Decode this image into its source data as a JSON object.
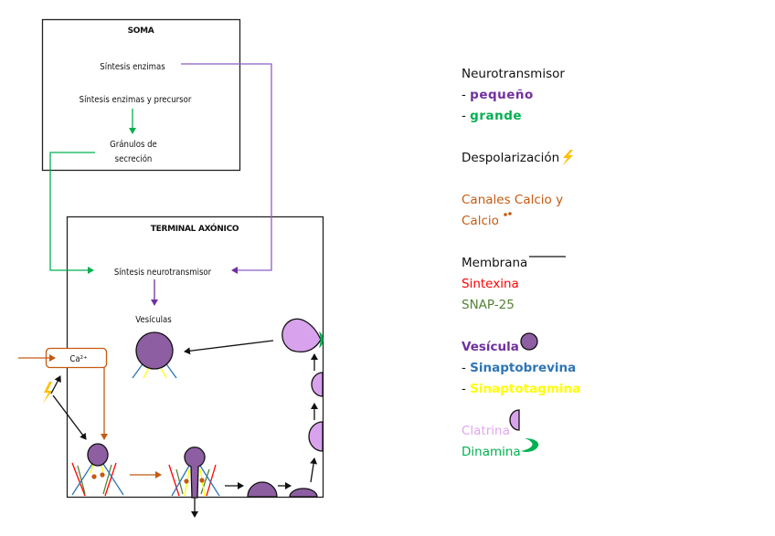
{
  "diagram": {
    "soma": {
      "title": "SOMA",
      "sintesis_enzimas": "Síntesis enzimas",
      "sintesis_enzimas_precursor": "Síntesis enzimas y precursor",
      "granulos_line1": "Gránulos de",
      "granulos_line2": "secreción"
    },
    "terminal": {
      "title": "TERMINAL AXÓNICO",
      "sintesis_neuro": "Síntesis neurotransmisor",
      "vesiculas": "Vesículas",
      "calcium_label": "Ca²⁺"
    }
  },
  "colors": {
    "pequeno": "#7030a0",
    "grande": "#00b050",
    "calcio": "#c55a11",
    "sintexina": "#ff0000",
    "snap25": "#548235",
    "vesicula": "#7030a0",
    "vesicle_fill": "#8e5ea2",
    "sinaptobrevina": "#2e75b6",
    "sinaptotagmina": "#ffff00",
    "clatrina": "#d9a2ec",
    "clatrina_text": "#e2a6f0",
    "dinamina": "#00b050",
    "despolarizacion": "#ffc000"
  },
  "legend": {
    "neurotransmisor": {
      "title": "Neurotransmisor",
      "items": [
        {
          "prefix": "- ",
          "label": "pequeño"
        },
        {
          "prefix": "- ",
          "label": "grande"
        }
      ]
    },
    "despolarizacion": "Despolarización",
    "calcio_line1": "Canales Calcio y",
    "calcio_line2": "Calcio",
    "membrana": "Membrana",
    "sintexina": "Sintexina",
    "snap25": "SNAP-25",
    "vesicula": {
      "title": "Vesícula",
      "items": [
        {
          "prefix": "- ",
          "label": "Sinaptobrevina"
        },
        {
          "prefix": "- ",
          "label": "Sinaptotagmina"
        }
      ]
    },
    "clatrina": "Clatrina",
    "dinamina": "Dinamina"
  }
}
